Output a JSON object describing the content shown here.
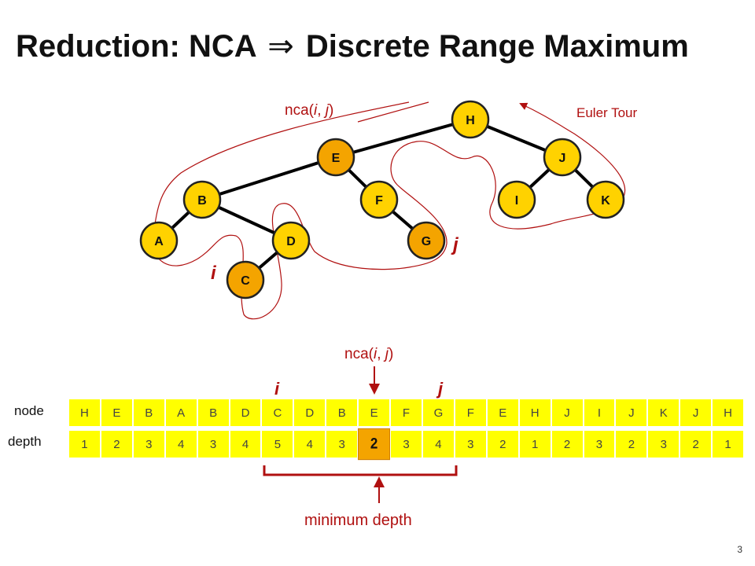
{
  "title": {
    "left": "Reduction: NCA",
    "arrow": "⇒",
    "right": "Discrete Range Maximum"
  },
  "tree": {
    "nodes": [
      {
        "id": "H",
        "label": "H",
        "color": "#ffd200"
      },
      {
        "id": "E",
        "label": "E",
        "color": "#f4a400"
      },
      {
        "id": "J",
        "label": "J",
        "color": "#ffd200"
      },
      {
        "id": "B",
        "label": "B",
        "color": "#ffd200"
      },
      {
        "id": "F",
        "label": "F",
        "color": "#ffd200"
      },
      {
        "id": "I",
        "label": "I",
        "color": "#ffd200"
      },
      {
        "id": "K",
        "label": "K",
        "color": "#ffd200"
      },
      {
        "id": "A",
        "label": "A",
        "color": "#ffd200"
      },
      {
        "id": "D",
        "label": "D",
        "color": "#ffd200"
      },
      {
        "id": "G",
        "label": "G",
        "color": "#f4a400"
      },
      {
        "id": "C",
        "label": "C",
        "color": "#f4a400"
      }
    ],
    "edges": [
      [
        "H",
        "E"
      ],
      [
        "H",
        "J"
      ],
      [
        "E",
        "B"
      ],
      [
        "E",
        "F"
      ],
      [
        "J",
        "I"
      ],
      [
        "J",
        "K"
      ],
      [
        "B",
        "A"
      ],
      [
        "B",
        "D"
      ],
      [
        "F",
        "G"
      ],
      [
        "D",
        "C"
      ]
    ],
    "nca_label": {
      "prefix": "nca(",
      "i": "i",
      "sep": ", ",
      "j": "j",
      "suffix": ")"
    },
    "euler_label": "Euler Tour",
    "i_label": "i",
    "j_label": "j"
  },
  "array": {
    "node_label": "node",
    "depth_label": "depth",
    "nodes": [
      "H",
      "E",
      "B",
      "A",
      "B",
      "D",
      "C",
      "D",
      "B",
      "E",
      "F",
      "G",
      "F",
      "E",
      "H",
      "J",
      "I",
      "J",
      "K",
      "J",
      "H"
    ],
    "depths": [
      "1",
      "2",
      "3",
      "4",
      "3",
      "4",
      "5",
      "4",
      "3",
      "2",
      "3",
      "4",
      "3",
      "2",
      "1",
      "2",
      "3",
      "2",
      "3",
      "2",
      "1"
    ],
    "highlight_index": 9,
    "i_label": "i",
    "j_label": "j",
    "nca_label": {
      "prefix": "nca(",
      "i": "i",
      "sep": ", ",
      "j": "j",
      "suffix": ")"
    },
    "min_label": "minimum depth"
  },
  "colors": {
    "node_fill": "#ffd200",
    "node_highlight": "#f4a400",
    "cell": "#ffff00",
    "accent_red": "#b01010"
  },
  "page_number": "3"
}
